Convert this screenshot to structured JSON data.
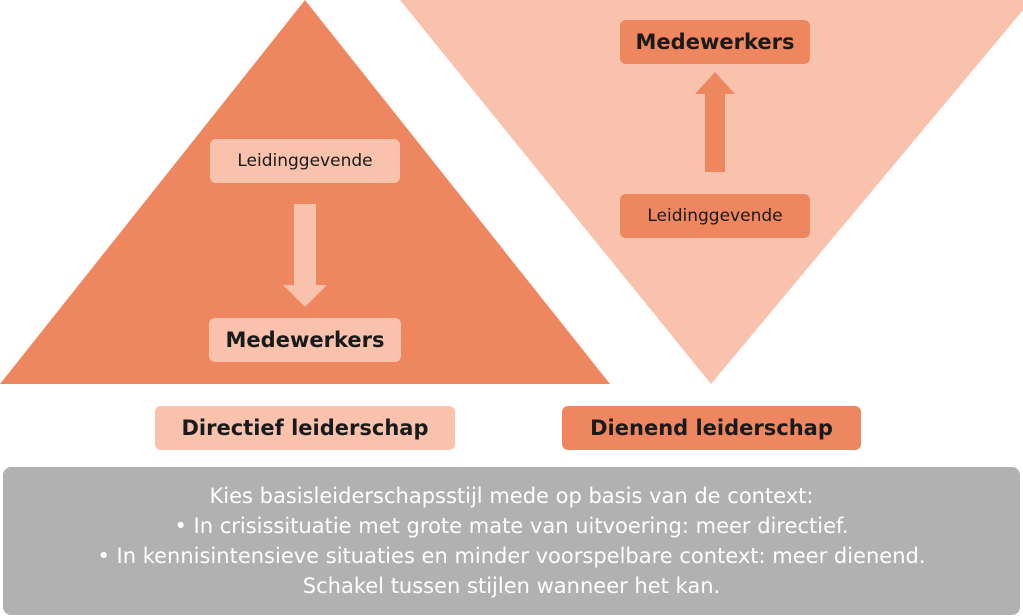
{
  "colors": {
    "dark_orange": "#ee8660",
    "light_salmon": "#f8c2ad",
    "footer_gray": "#b1b1b1",
    "text_dark": "#1a1a1a",
    "text_light": "#ffffff"
  },
  "directief": {
    "top_label": "Leidinggevende",
    "bottom_label": "Medewerkers",
    "style_label": "Directief leiderschap",
    "arrow_direction": "down"
  },
  "dienend": {
    "top_label": "Medewerkers",
    "bottom_label": "Leidinggevende",
    "style_label": "Dienend leiderschap",
    "arrow_direction": "up"
  },
  "footer": {
    "lines": [
      "Kies basisleiderschapsstijl mede op basis van de context:",
      "• In crisissituatie met grote mate van uitvoering: meer directief.",
      "• In kennisintensieve situaties en minder voorspelbare context: meer dienend.",
      "Schakel tussen stijlen wanneer het kan."
    ]
  }
}
